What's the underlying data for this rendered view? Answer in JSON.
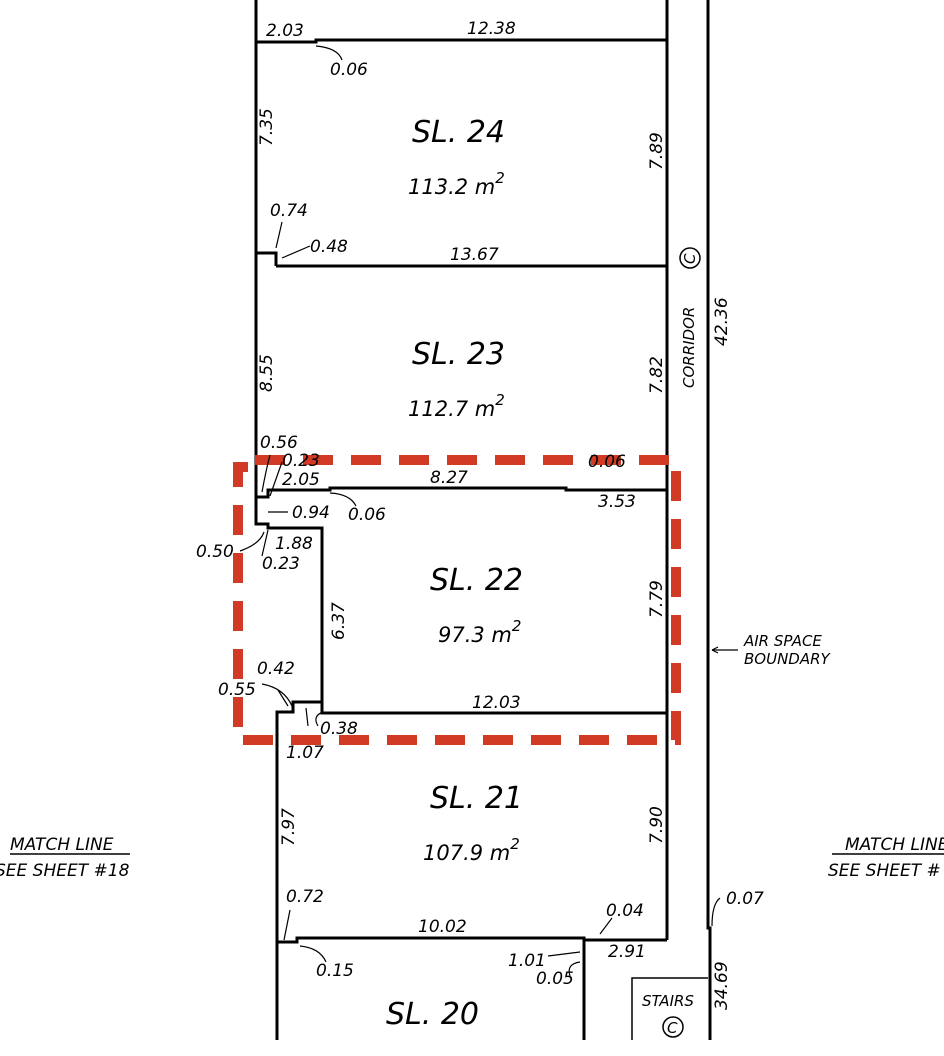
{
  "units": [
    {
      "id": "24",
      "name": "SL. 24",
      "area": "113.2 m",
      "sup": "2"
    },
    {
      "id": "23",
      "name": "SL. 23",
      "area": "112.7 m",
      "sup": "2"
    },
    {
      "id": "22",
      "name": "SL. 22",
      "area": "97.3 m",
      "sup": "2"
    },
    {
      "id": "21",
      "name": "SL. 21",
      "area": "107.9 m",
      "sup": "2"
    },
    {
      "id": "20",
      "name": "SL. 20"
    }
  ],
  "dims": {
    "d_2_03": "2.03",
    "d_12_38": "12.38",
    "d_0_06a": "0.06",
    "d_7_35": "7.35",
    "d_7_89": "7.89",
    "d_0_74": "0.74",
    "d_0_48": "0.48",
    "d_13_67": "13.67",
    "d_8_55": "8.55",
    "d_7_82": "7.82",
    "d_0_56": "0.56",
    "d_0_23a": "0.23",
    "d_0_06b": "0.06",
    "d_2_05": "2.05",
    "d_8_27": "8.27",
    "d_3_53": "3.53",
    "d_0_94": "0.94",
    "d_0_06c": "0.06",
    "d_0_50": "0.50",
    "d_1_88": "1.88",
    "d_0_23b": "0.23",
    "d_6_37": "6.37",
    "d_7_79": "7.79",
    "d_0_42": "0.42",
    "d_0_55": "0.55",
    "d_12_03": "12.03",
    "d_0_38": "0.38",
    "d_1_07": "1.07",
    "d_7_97": "7.97",
    "d_7_90": "7.90",
    "d_0_72": "0.72",
    "d_10_02": "10.02",
    "d_0_04": "0.04",
    "d_0_15": "0.15",
    "d_1_01": "1.01",
    "d_0_05": "0.05",
    "d_2_91": "2.91",
    "d_0_07": "0.07",
    "d_42_36": "42.36",
    "d_34_69": "34.69"
  },
  "labels": {
    "corridor": "CORRIDOR",
    "corridor_symbol": "C",
    "air_space_1": "AIR SPACE",
    "air_space_2": "BOUNDARY",
    "stairs": "STAIRS",
    "stairs_symbol": "C"
  },
  "match_lines": {
    "left": {
      "line1": "MATCH LINE",
      "line2": "SEE SHEET #18"
    },
    "right": {
      "line1": "MATCH LINE",
      "line2": "SEE SHEET #"
    }
  },
  "colors": {
    "highlight": "#d13a24",
    "line": "#000000"
  }
}
